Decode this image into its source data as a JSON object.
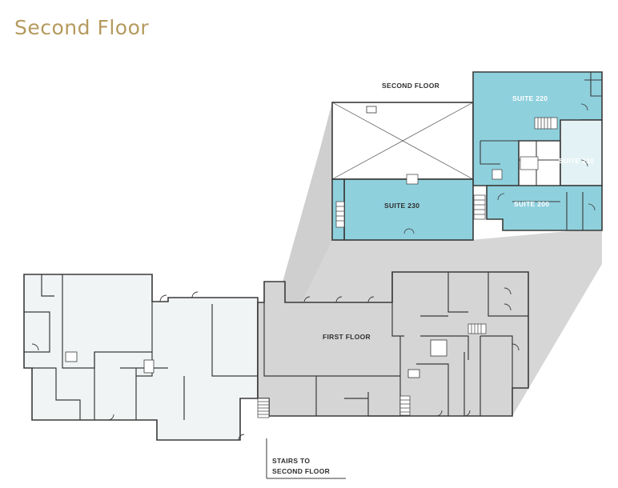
{
  "page": {
    "title": "Second Floor"
  },
  "labels": {
    "second_floor": "SECOND FLOOR",
    "first_floor": "FIRST FLOOR",
    "stairs_line1": "STAIRS TO",
    "stairs_line2": "SECOND FLOOR"
  },
  "suites": [
    {
      "id": "220",
      "label": "SUITE 220"
    },
    {
      "id": "210",
      "label": "SUITE 210"
    },
    {
      "id": "230",
      "label": "SUITE 230"
    },
    {
      "id": "200",
      "label": "SUITE 200"
    }
  ],
  "colors": {
    "title": "#b59a5e",
    "suite_fill": "#8fd0dd",
    "suite_light_fill": "#e3f2f5",
    "first_floor_shaded": "#d5d5d5",
    "first_floor_light": "#f1f4f5",
    "projection": "#d4d4d4",
    "walls": "#3a3a3a"
  }
}
